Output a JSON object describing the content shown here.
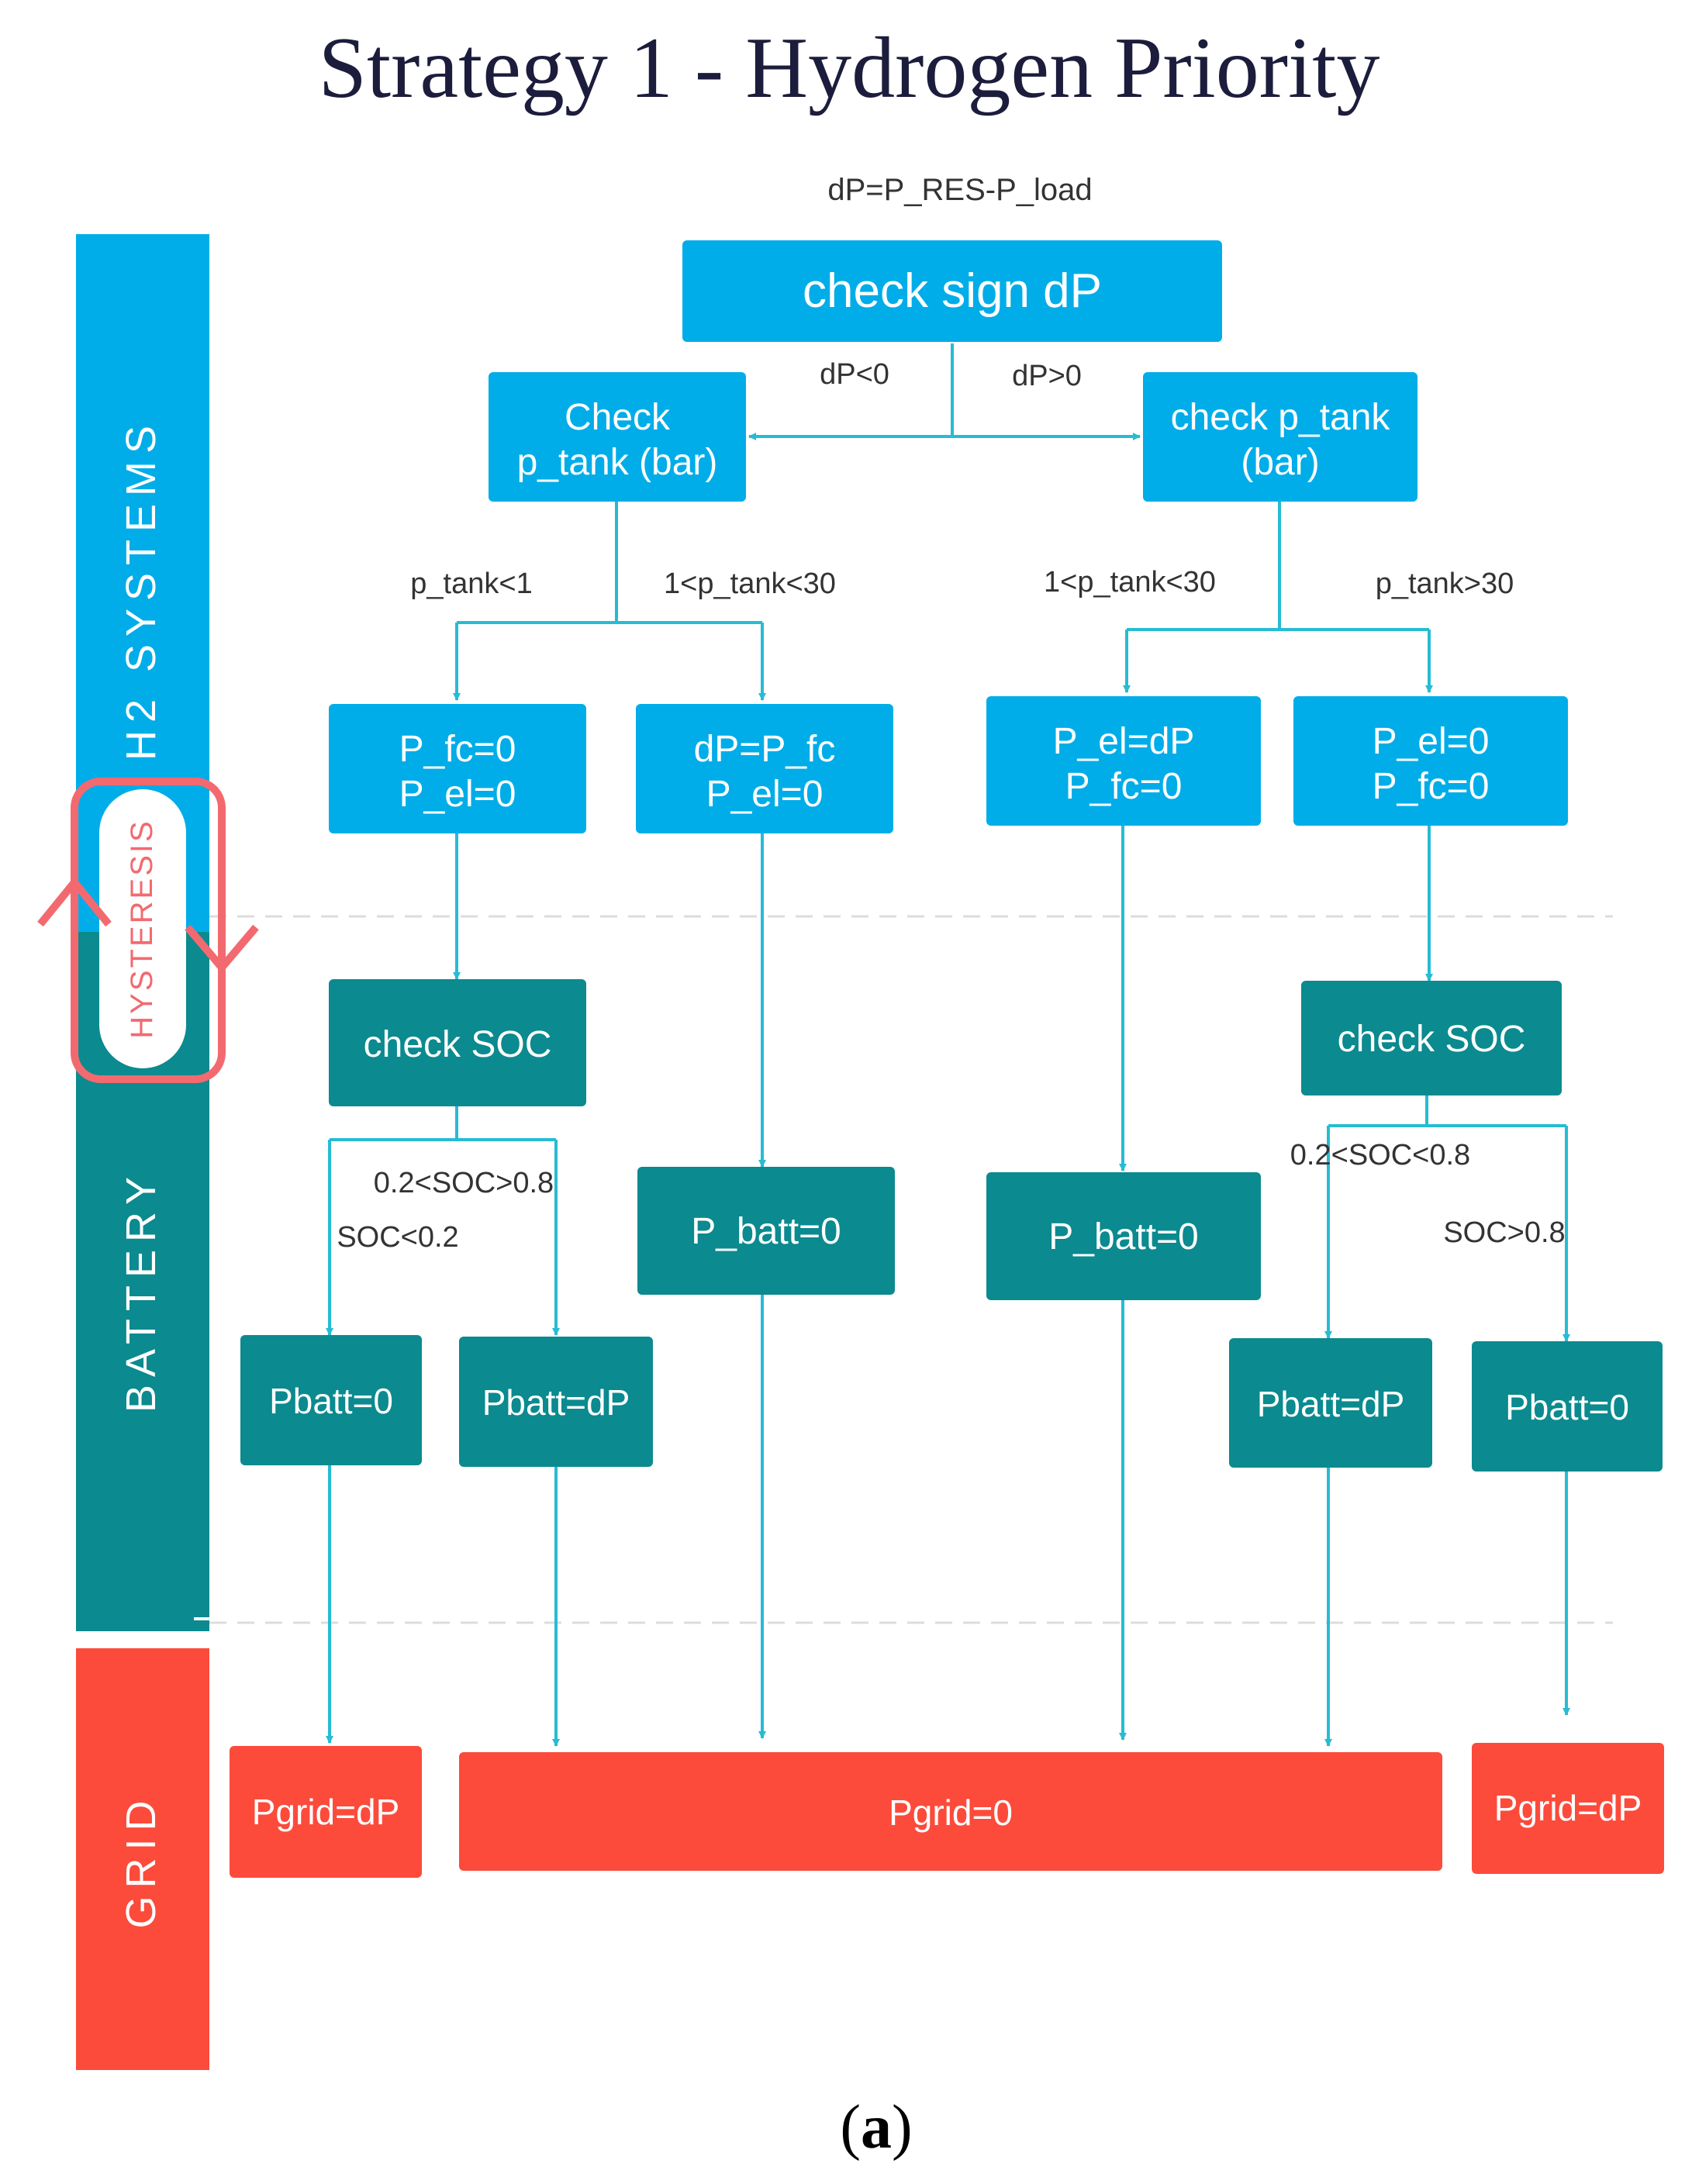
{
  "title": "Strategy 1 - Hydrogen Priority",
  "caption_open": "(",
  "caption_letter": "a",
  "caption_close": ")",
  "formula": "dP=P_RES-P_load",
  "colors": {
    "h2": "#00ade8",
    "battery": "#0b8a8f",
    "grid": "#fc4b3b",
    "arrow": "#26bcd3",
    "hysteresis": "#f26a6f",
    "white": "#ffffff"
  },
  "lanes": {
    "h2": "H2 SYSTEMS",
    "hysteresis": "HYSTERESIS",
    "battery": "BATTERY",
    "grid": "GRID"
  },
  "nodes": {
    "check_sign": "check sign dP",
    "check_tank_left": [
      "Check",
      "p_tank (bar)"
    ],
    "check_tank_right": [
      "check p_tank",
      "(bar)"
    ],
    "pfc0_pel0": [
      "P_fc=0",
      "P_el=0"
    ],
    "dp_pfc_pel0": [
      "dP=P_fc",
      "P_el=0"
    ],
    "pel_dp_pfc0": [
      "P_el=dP",
      "P_fc=0"
    ],
    "pel0_pfc0": [
      "P_el=0",
      "P_fc=0"
    ],
    "check_soc_left": "check SOC",
    "check_soc_right": "check SOC",
    "pbatt0_center_left": "P_batt=0",
    "pbatt0_center_right": "P_batt=0",
    "pbatt0_left": "Pbatt=0",
    "pbattdp_left": "Pbatt=dP",
    "pbattdp_right": "Pbatt=dP",
    "pbatt0_right": "Pbatt=0",
    "pgrid_dp_left": "Pgrid=dP",
    "pgrid_0": "Pgrid=0",
    "pgrid_dp_right": "Pgrid=dP"
  },
  "edge_labels": {
    "dp_neg": "dP<0",
    "dp_pos": "dP>0",
    "tank_lt1": "p_tank<1",
    "tank_mid_left": "1<p_tank<30",
    "tank_mid_right": "1<p_tank<30",
    "tank_gt30": "p_tank>30",
    "soc_mid_left": "0.2<SOC>0.8",
    "soc_lt02": "SOC<0.2",
    "soc_mid_right": "0.2<SOC<0.8",
    "soc_gt08": "SOC>0.8"
  }
}
